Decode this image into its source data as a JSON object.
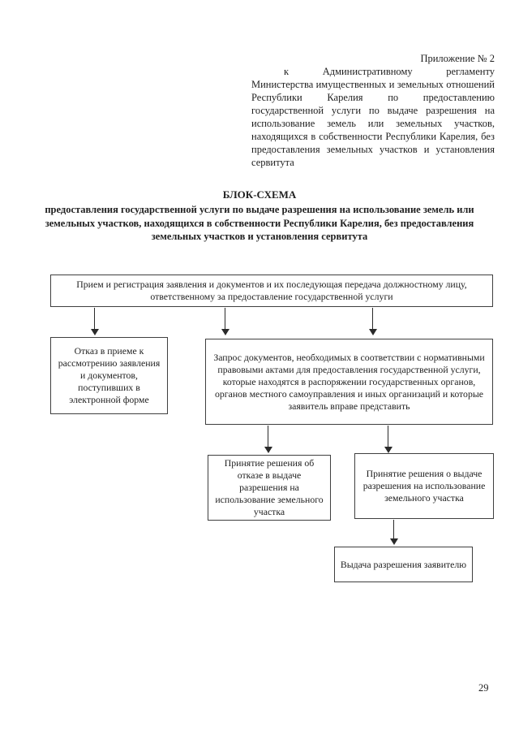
{
  "colors": {
    "ink": "#1f1f1f",
    "box_border": "#3f3f3f",
    "paper": "#ffffff"
  },
  "header": {
    "appendix_label": "Приложение № 2",
    "paragraph": "к Административному регламенту Министерства имущественных и земельных отношений Республики Карелия по предоставлению государственной услуги по выдаче разрешения на использование земель или земельных участков, находящихся в собственности Республики Карелия, без предоставления земельных участков и установления сервитута"
  },
  "title": {
    "heading": "БЛОК-СХЕМА",
    "subtitle": "предоставления государственной услуги  по выдаче разрешения на использование земель или земельных участков, находящихся в собственности Республики Карелия, без предоставления земельных участков и установления сервитута"
  },
  "flowchart": {
    "nodes": {
      "intake": "Прием и регистрация заявления и документов и их последующая передача должностному лицу, ответственному за предоставление государственной услуги",
      "refuse_intake": "Отказ в приеме к рассмотрению заявления и документов, поступивших в электронной форме",
      "request_docs": "Запрос документов, необходимых в соответствии с нормативными правовыми актами для предоставления государственной услуги, которые находятся в распоряжении государственных органов, органов местного самоуправления и иных организаций и которые заявитель вправе представить",
      "decision_refuse": "Принятие решения об отказе в выдаче разрешения на использование земельного участка",
      "decision_issue": "Принятие решения о выдаче разрешения на использование земельного участка",
      "issue_permit": "Выдача разрешения заявителю"
    }
  },
  "footer": {
    "page_number": "29"
  }
}
